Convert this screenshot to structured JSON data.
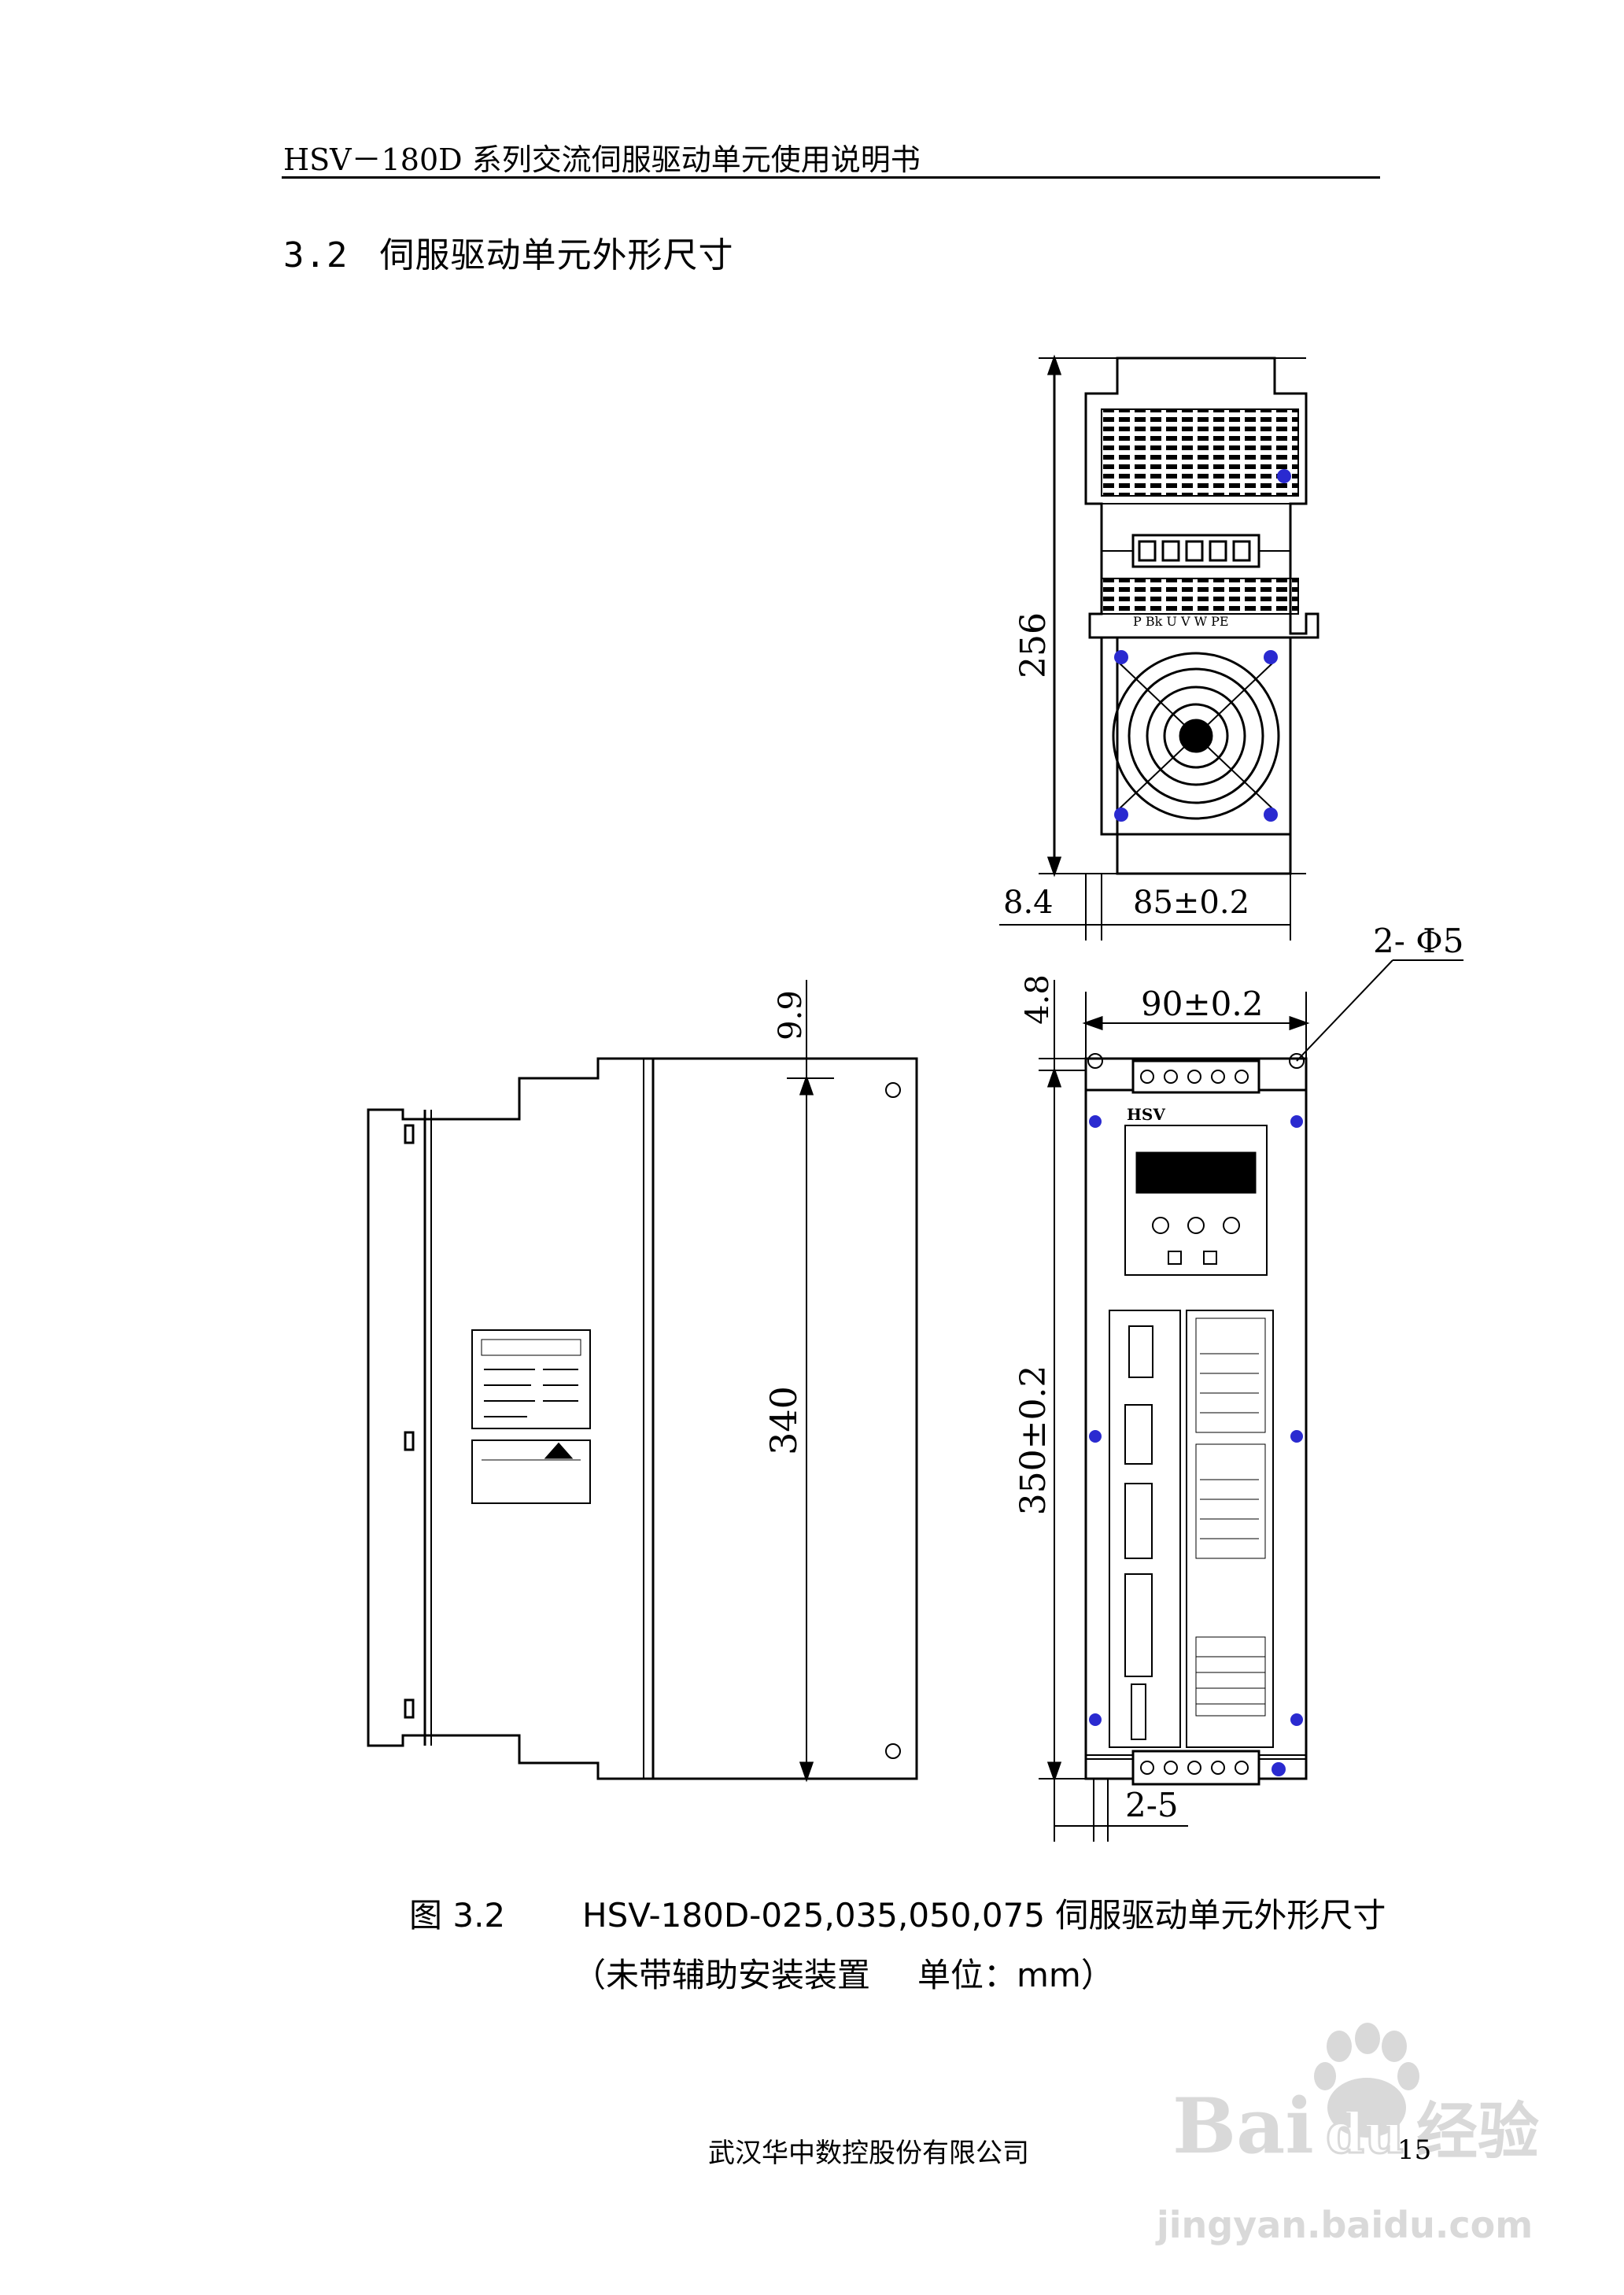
{
  "header": {
    "title": "HSV－180D 系列交流伺服驱动单元使用说明书"
  },
  "section": {
    "number": "3.2",
    "title": "伺服驱动单元外形尺寸"
  },
  "drawing": {
    "top_view": {
      "height_label": "256",
      "left_offset_label": "8.4",
      "width_label": "85±0.2",
      "terminal_labels": "P  Bk  U  V  W  PE"
    },
    "side_view": {
      "top_offset_label": "9.9",
      "height_label": "340"
    },
    "front_view": {
      "top_offset_label": "4.8",
      "width_label": "90±0.2",
      "hole_label": "2- Φ5",
      "height_label": "350±0.2",
      "bottom_label": "2-5",
      "brand_label": "HSV"
    }
  },
  "caption": {
    "figure": "图 3.2",
    "line1": "HSV-180D-025,035,050,075 伺服驱动单元外形尺寸",
    "line2_a": "（未带辅助安装装置",
    "line2_b": "单位：mm）"
  },
  "footer": {
    "company": "武汉华中数控股份有限公司",
    "page": "15"
  },
  "watermark": {
    "brand": "Bai du 经验",
    "url": "jingyan.baidu.com"
  }
}
